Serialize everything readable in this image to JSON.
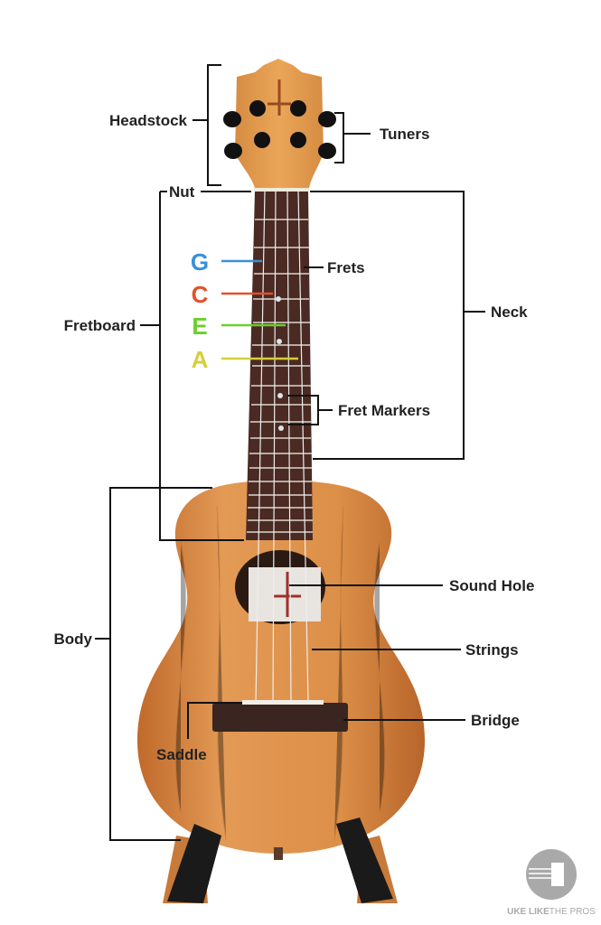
{
  "labels": {
    "headstock": "Headstock",
    "tuners": "Tuners",
    "nut": "Nut",
    "neck": "Neck",
    "fretboard": "Fretboard",
    "frets": "Frets",
    "fret_markers": "Fret Markers",
    "sound_hole": "Sound Hole",
    "strings": "Strings",
    "bridge": "Bridge",
    "saddle": "Saddle",
    "body": "Body"
  },
  "string_names": [
    {
      "note": "G",
      "color": "#3a8fd8"
    },
    {
      "note": "C",
      "color": "#e0522c"
    },
    {
      "note": "E",
      "color": "#6ccf2a"
    },
    {
      "note": "A",
      "color": "#d6cf3a"
    }
  ],
  "logo": {
    "text_bold": "UKE LIKE",
    "text_light": "THE PROS"
  },
  "colors": {
    "wood": "#d98a45",
    "fretboard": "#4a2a22",
    "label": "#222222"
  }
}
